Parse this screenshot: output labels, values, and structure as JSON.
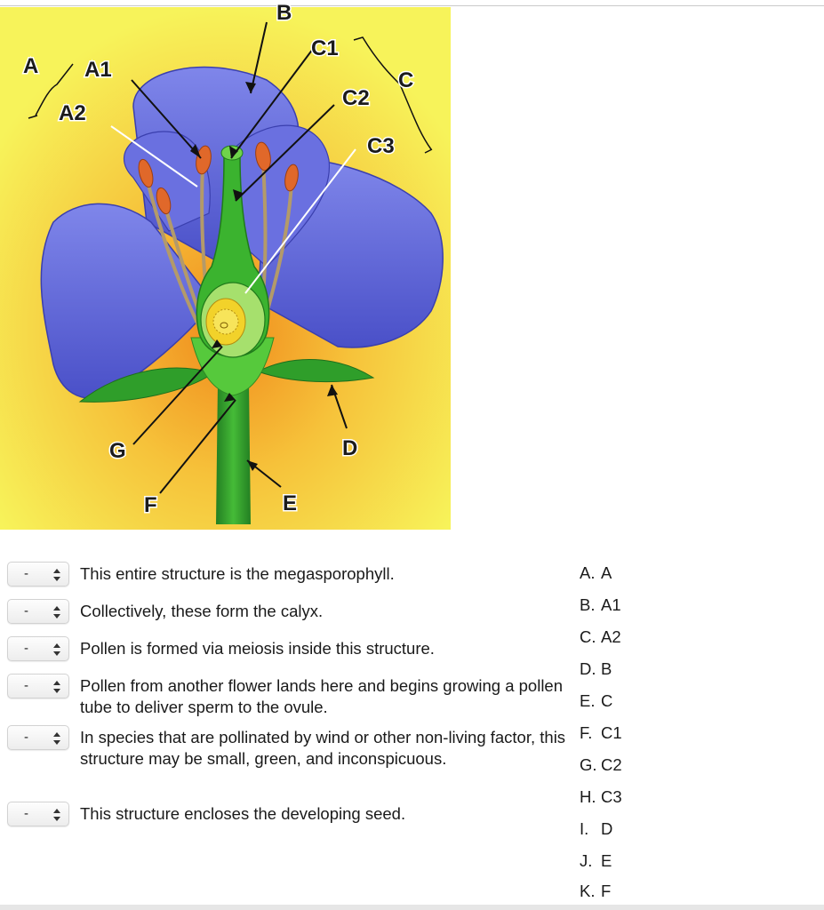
{
  "diagram": {
    "labels": {
      "A": "A",
      "A1": "A1",
      "A2": "A2",
      "B": "B",
      "C": "C",
      "C1": "C1",
      "C2": "C2",
      "C3": "C3",
      "D": "D",
      "E": "E",
      "F": "F",
      "G": "G"
    }
  },
  "questions": [
    {
      "select_value": "-",
      "text": "This entire structure is the megasporophyll."
    },
    {
      "select_value": "-",
      "text": "Collectively, these form the calyx."
    },
    {
      "select_value": "-",
      "text": "Pollen is formed via meiosis inside this structure."
    },
    {
      "select_value": "-",
      "text": "Pollen from another flower lands here and begins growing a pollen tube to deliver sperm to the ovule."
    },
    {
      "select_value": "-",
      "text": "In species that are pollinated by wind or other non-living factor, this structure may be small, green, and inconspicuous."
    },
    {
      "select_value": "-",
      "text": "This structure encloses the developing seed."
    }
  ],
  "choices": [
    {
      "letter": "A.",
      "value": "A"
    },
    {
      "letter": "B.",
      "value": "A1"
    },
    {
      "letter": "C.",
      "value": "A2"
    },
    {
      "letter": "D.",
      "value": "B"
    },
    {
      "letter": "E.",
      "value": "C"
    },
    {
      "letter": "F.",
      "value": "C1"
    },
    {
      "letter": "G.",
      "value": "C2"
    },
    {
      "letter": "H.",
      "value": "C3"
    },
    {
      "letter": "I.",
      "value": "D"
    },
    {
      "letter": "J.",
      "value": "E"
    },
    {
      "letter": "K.",
      "value": "F"
    }
  ],
  "colors": {
    "background_yellow": "#f7f35a",
    "background_orange": "#f2a92a",
    "petal_blue": "#5b62d8",
    "stem_green": "#2f9e2a",
    "anther_orange": "#e0682a"
  }
}
